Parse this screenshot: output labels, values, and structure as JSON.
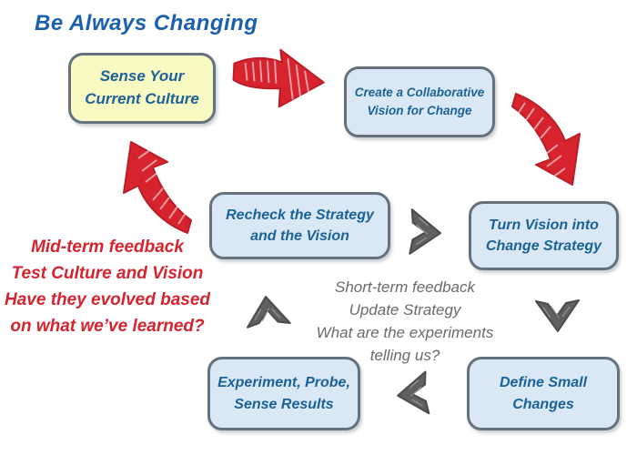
{
  "palette": {
    "title_blue": "#1a60ae",
    "node_text_blue": "#1b6299",
    "node_fill_blue": "#d9e8f4",
    "node_fill_yellow": "#f9f9c3",
    "node_border": "#64727e",
    "accent_red": "#d6232e",
    "accent_gray": "#606060"
  },
  "title": "Be Always Changing",
  "nodes": [
    {
      "id": "sense-current-culture",
      "variant": "yellow",
      "lines": [
        "Sense Your",
        "Current Culture"
      ]
    },
    {
      "id": "create-collaborative-vision",
      "variant": "blue",
      "lines": [
        "Create a Collaborative",
        "Vision for Change"
      ]
    },
    {
      "id": "turn-vision-into-strategy",
      "variant": "blue",
      "lines": [
        "Turn Vision into",
        "Change Strategy"
      ]
    },
    {
      "id": "recheck-strategy-and-vision",
      "variant": "blue",
      "lines": [
        "Recheck the Strategy",
        "and the Vision"
      ]
    },
    {
      "id": "experiment-probe-sense",
      "variant": "blue",
      "lines": [
        "Experiment, Probe,",
        "Sense Results"
      ]
    },
    {
      "id": "define-small-changes",
      "variant": "blue",
      "lines": [
        "Define Small",
        "Changes"
      ]
    }
  ],
  "annotations": {
    "mid_term": {
      "color": "#d6232e",
      "lines": [
        "Mid-term feedback",
        "Test Culture and Vision",
        "Have they evolved based",
        "on what we’ve learned?"
      ]
    },
    "short_term": {
      "color": "#6a6a6a",
      "lines": [
        "Short-term feedback",
        "Update Strategy",
        "What are the experiments",
        "telling us?"
      ]
    }
  },
  "connectors": [
    {
      "id": "arrow-sense-to-create",
      "style": "red-sketch-arrow",
      "direction": "right"
    },
    {
      "id": "arrow-create-to-turn",
      "style": "red-sketch-arrow",
      "direction": "down-right"
    },
    {
      "id": "arrow-recheck-to-sense",
      "style": "red-sketch-arrow",
      "direction": "up-left"
    },
    {
      "id": "chevron-recheck-to-turn",
      "style": "gray-sketch-chevron",
      "direction": "right"
    },
    {
      "id": "chevron-turn-to-define",
      "style": "gray-sketch-chevron",
      "direction": "down"
    },
    {
      "id": "chevron-define-to-experiment",
      "style": "gray-sketch-chevron",
      "direction": "left"
    },
    {
      "id": "chevron-experiment-to-recheck",
      "style": "gray-sketch-chevron",
      "direction": "up"
    }
  ]
}
